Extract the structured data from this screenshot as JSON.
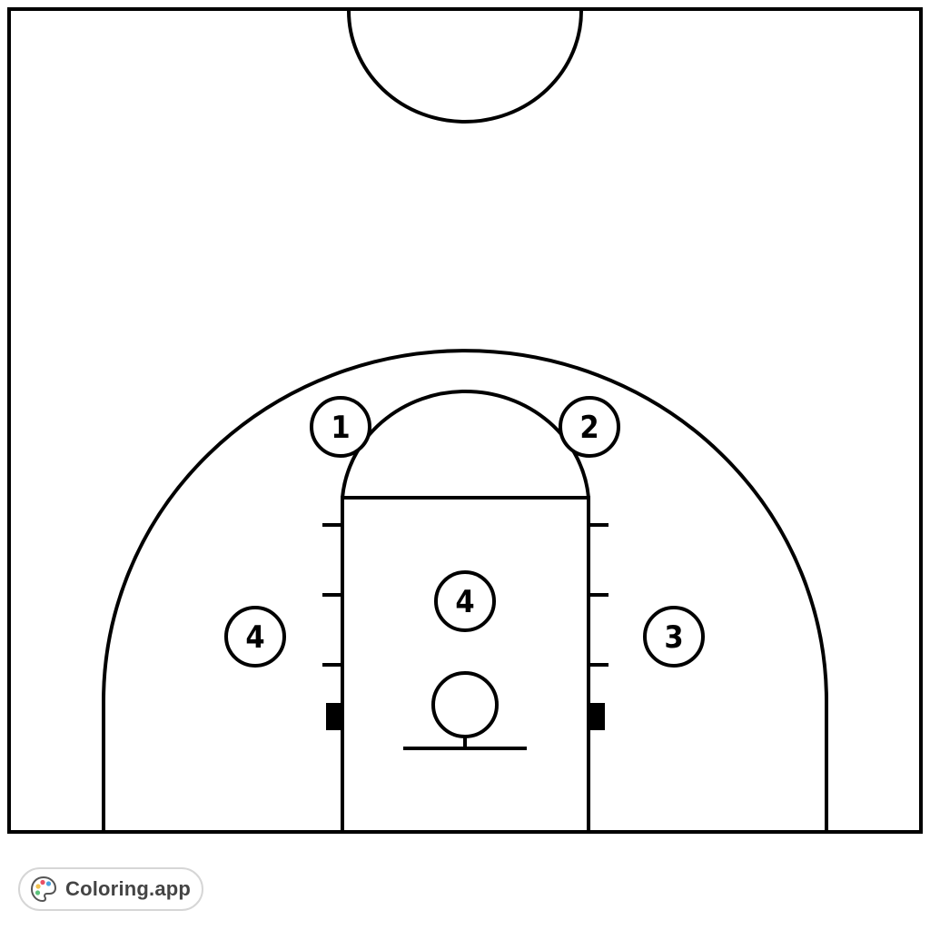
{
  "players": [
    {
      "id": "p1",
      "label": "1"
    },
    {
      "id": "p2",
      "label": "2"
    },
    {
      "id": "p3",
      "label": "3"
    },
    {
      "id": "p4a",
      "label": "4"
    },
    {
      "id": "p4b",
      "label": "4"
    }
  ],
  "badge": {
    "label": "Coloring.app",
    "icon": "palette-icon"
  },
  "colors": {
    "line": "#000000",
    "background": "#ffffff",
    "badge_border": "#d6d6d6",
    "badge_text": "#444444"
  }
}
